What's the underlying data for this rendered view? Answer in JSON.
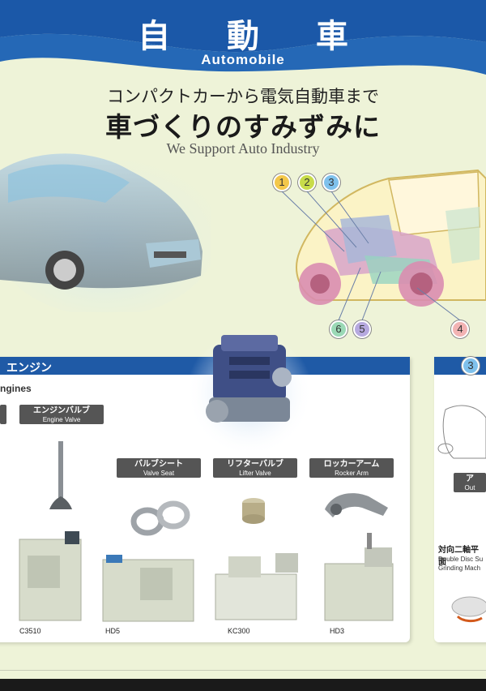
{
  "header": {
    "title_jp": "自 動 車",
    "title_en": "Automobile"
  },
  "tagline": {
    "line1": "コンパクトカーから電気自動車まで",
    "line2": "車づくりのすみずみに",
    "line3": "We Support Auto Industry"
  },
  "markers": [
    {
      "num": "1",
      "color": "#f3c74a"
    },
    {
      "num": "2",
      "color": "#c8dc4a"
    },
    {
      "num": "3",
      "color": "#7fc1ec"
    },
    {
      "num": "4",
      "color": "#f2b3b3"
    },
    {
      "num": "5",
      "color": "#b6a9df"
    },
    {
      "num": "6",
      "color": "#9bd9b6"
    }
  ],
  "engine_panel": {
    "title": "エンジン",
    "subtitle": "ngines",
    "parts": [
      {
        "jp": "エンジンバルブ",
        "en": "Engine Valve"
      },
      {
        "jp": "バルブシート",
        "en": "Valve Seat"
      },
      {
        "jp": "リフターバルブ",
        "en": "Lifter Valve"
      },
      {
        "jp": "ロッカーアーム",
        "en": "Rocker Arm"
      }
    ],
    "machines": [
      "C3510",
      "HD5",
      "KC300",
      "HD3"
    ]
  },
  "panel_3": {
    "num": "3",
    "tag_jp": "ア",
    "tag_en": "Out",
    "machine_jp": "対向二軸平面",
    "machine_en_1": "Double Disc Su",
    "machine_en_2": "Grinding Mach"
  },
  "colors": {
    "brand_blue": "#1f5aa6",
    "header_blue": "#1b58a8",
    "background": "#eef3d8"
  }
}
